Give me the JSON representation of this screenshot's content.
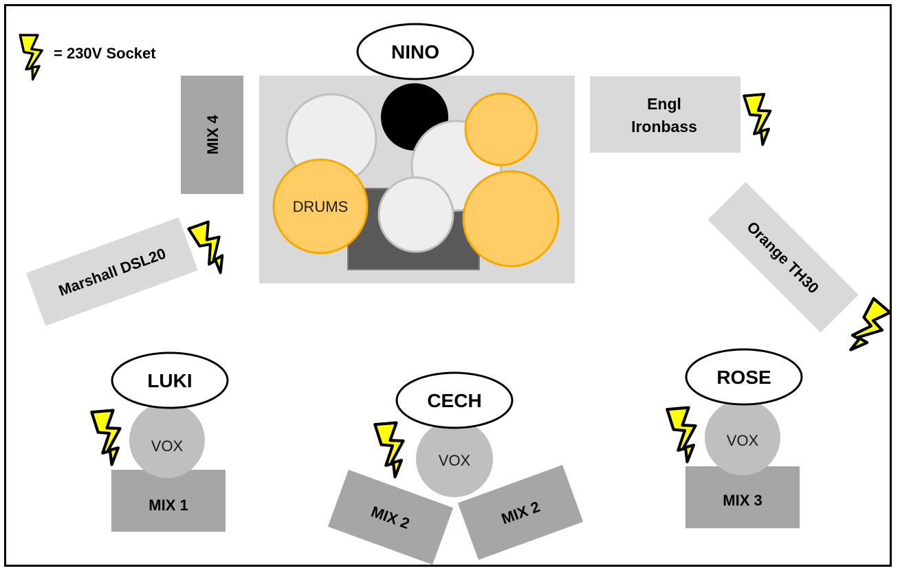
{
  "legend": {
    "text": "= 230V Socket"
  },
  "musicians": {
    "nino": "NINO",
    "luki": "LUKI",
    "cech": "CECH",
    "rose": "ROSE"
  },
  "drums": {
    "label": "DRUMS"
  },
  "monitors": {
    "mix1": "MIX 1",
    "mix2_left": "MIX 2",
    "mix2_right": "MIX 2",
    "mix3": "MIX 3",
    "mix4": "MIX 4"
  },
  "amps": {
    "engl_line1": "Engl",
    "engl_line2": "Ironbass",
    "marshall": "Marshall DSL20",
    "orange": "Orange TH30"
  },
  "vocals": {
    "luki": "VOX",
    "cech": "VOX",
    "rose": "VOX"
  },
  "colors": {
    "socket_fill": "#ffff00",
    "drum_orange": "#ffcc66",
    "drum_orange_border": "#f5a800",
    "drum_white": "#eeeeee",
    "amp_gray": "#d9d9d9",
    "monitor_gray": "#a6a6a6"
  }
}
